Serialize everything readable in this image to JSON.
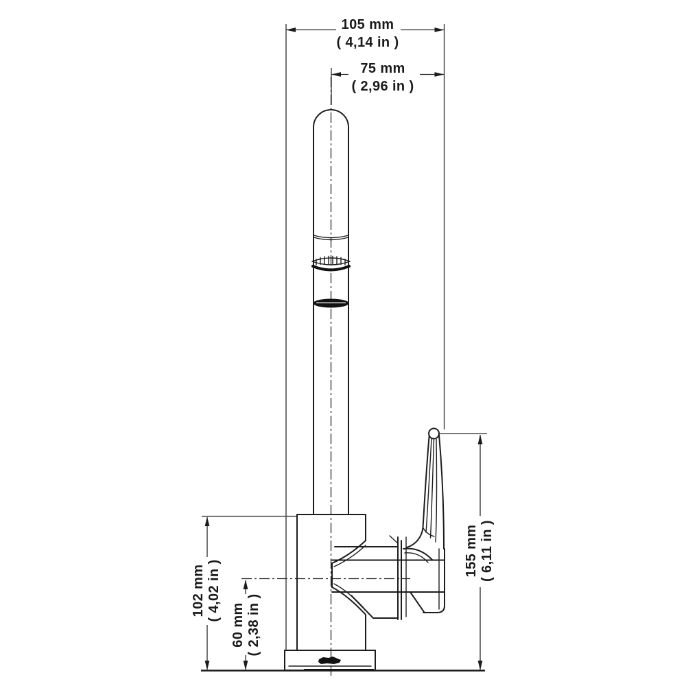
{
  "drawing": {
    "kind": "faucet-dimension-side-view",
    "line_color": "#1c1c1c",
    "background": "#ffffff"
  },
  "dimensions": {
    "overall_width": {
      "metric": "105 mm",
      "imperial": "( 4,14 in )"
    },
    "spout_center_to_handle": {
      "metric": "75 mm",
      "imperial": "( 2,96 in )"
    },
    "handle_height": {
      "metric": "155 mm",
      "imperial": "( 6,11 in )"
    },
    "body_height": {
      "metric": "102 mm",
      "imperial": "( 4,02 in )"
    },
    "spout_axis_height": {
      "metric": "60 mm",
      "imperial": "( 2,38 in )"
    }
  }
}
